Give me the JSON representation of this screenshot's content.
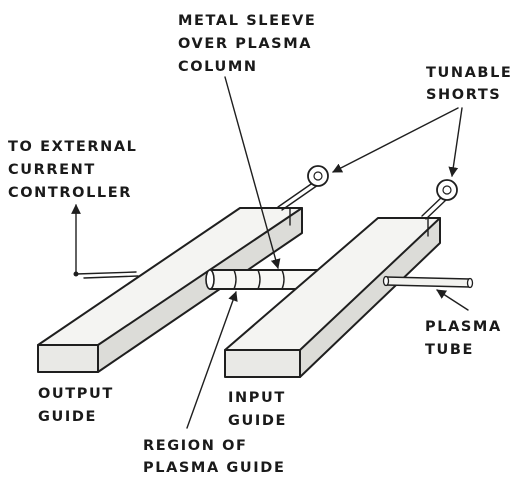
{
  "labels": {
    "metal_sleeve": [
      "METAL SLEEVE",
      "OVER PLASMA",
      "COLUMN"
    ],
    "tunable_shorts": [
      "TUNABLE",
      "SHORTS"
    ],
    "external_controller": [
      "TO EXTERNAL",
      "CURRENT",
      "CONTROLLER"
    ],
    "plasma_tube": [
      "PLASMA",
      "TUBE"
    ],
    "output_guide": [
      "OUTPUT",
      "GUIDE"
    ],
    "input_guide": [
      "INPUT",
      "GUIDE"
    ],
    "region_plasma_guide": [
      "REGION OF",
      "PLASMA GUIDE"
    ]
  },
  "colors": {
    "ink": "#1f1f1f",
    "background": "#ffffff"
  }
}
